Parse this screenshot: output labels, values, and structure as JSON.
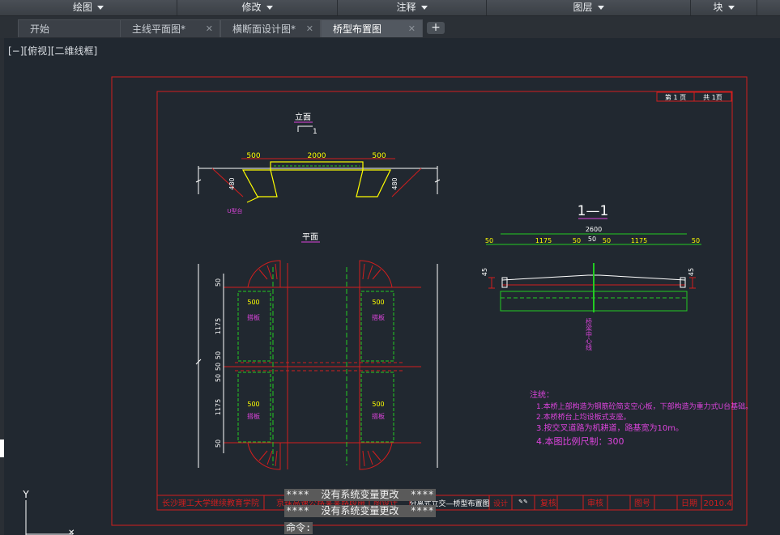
{
  "menubar": {
    "items": [
      {
        "label": "绘图"
      },
      {
        "label": "修改"
      },
      {
        "label": "注释"
      },
      {
        "label": "图层"
      },
      {
        "label": "块"
      }
    ]
  },
  "tabs": [
    {
      "label": "开始"
    },
    {
      "label": "主线平面图*"
    },
    {
      "label": "横断面设计图*"
    },
    {
      "label": "桥型布置图"
    }
  ],
  "tab_add_label": "+",
  "tab_close_label": "✕",
  "active_tab": "桥型布置图",
  "viewport_label": "[−][俯视][二维线框]",
  "drawing": {
    "page_info": {
      "page": "第 1 页",
      "total": "共 1页"
    },
    "elevation": {
      "title": "立面",
      "section_mark": "1",
      "dims": [
        "500",
        "2000",
        "500"
      ],
      "heights": [
        "480",
        "480"
      ],
      "label": "U型台"
    },
    "plan": {
      "title": "平面",
      "slab_label": "搭板",
      "slab_width": "500",
      "dims_v": [
        "50",
        "1175",
        "50",
        "50",
        "50",
        "1175",
        "50"
      ]
    },
    "section": {
      "title": "1—1",
      "total": "2600",
      "dims": [
        "50",
        "1175",
        "50",
        "50",
        "50",
        "1175",
        "50"
      ],
      "height_left": "45",
      "height_right": "45",
      "axis_label": "桥梁中心线"
    },
    "notes": {
      "title": "注统：",
      "lines": [
        "1.本桥上部构造为钢筋砼简支空心板，下部构造为重力式U台基础。",
        "2.本桥桥台上均设板式支座。",
        "3.按交叉道路为机耕道，路基宽为10m。",
        "4.本图比例尺制：300"
      ]
    },
    "title_block": {
      "school": "长沙理工大学继续教育学院",
      "project": "京珠高速公路某某路段施工图设计",
      "drawing_name": "分离式立交—桥型布置图",
      "design_label": "设计",
      "review_label": "复核",
      "audit_label": "审核",
      "sheet_label": "图号",
      "date_label": "日期",
      "date_value": "2010.4"
    }
  },
  "command": {
    "line1": "****  没有系统变量更改  ****",
    "line2": "****  没有系统变量更改  ****",
    "prompt": "命令:"
  },
  "ucs": {
    "y_label": "Y"
  },
  "colors": {
    "background": "#212830",
    "frame_red": "#d21e1e",
    "dim_green": "#22cc22",
    "magenta": "#dd44dd",
    "yellow": "#ffff00",
    "cyan": "#44dddd"
  }
}
